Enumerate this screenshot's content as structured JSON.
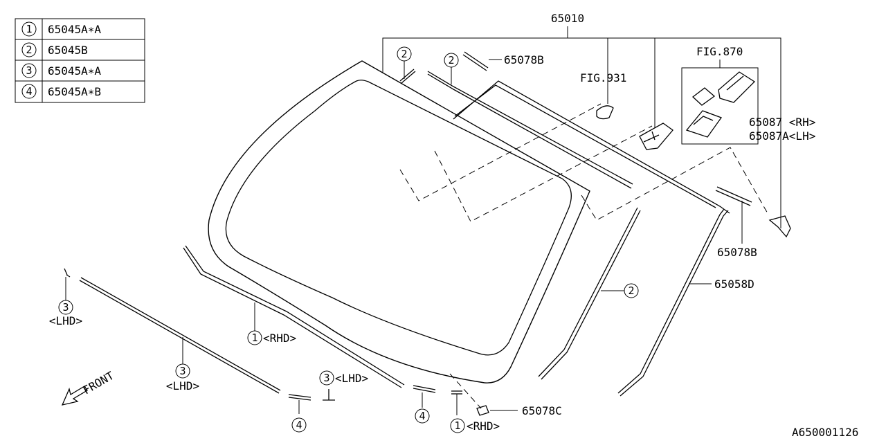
{
  "legend": [
    {
      "num": "1",
      "part": "65045A∗A"
    },
    {
      "num": "2",
      "part": "65045B"
    },
    {
      "num": "3",
      "part": "65045A∗A"
    },
    {
      "num": "4",
      "part": "65045A∗B"
    }
  ],
  "labels": {
    "assembly": "65010",
    "fig870": "FIG.870",
    "fig931": "FIG.931",
    "p65078b_top": "65078B",
    "p65087_rh": "65087 <RH>",
    "p65087a_lh": "65087A<LH>",
    "p65078b_right": "65078B",
    "p65058d": "65058D",
    "p65078c": "65078C",
    "front": "FRONT",
    "doc_id": "A650001126"
  },
  "callouts": {
    "c2_top_left": "2",
    "c2_top_mid": "2",
    "c2_right": "2",
    "c3_far_left": "3",
    "c3_far_left_tag": "<LHD>",
    "c3_left": "3",
    "c3_left_tag": "<LHD>",
    "c1_rhd": "1",
    "c1_rhd_tag": "<RHD>",
    "c3_bottom": "3",
    "c3_bottom_tag": "<LHD>",
    "c4_left": "4",
    "c4_mid": "4",
    "c1_bottom": "1",
    "c1_bottom_tag": "<RHD>"
  }
}
